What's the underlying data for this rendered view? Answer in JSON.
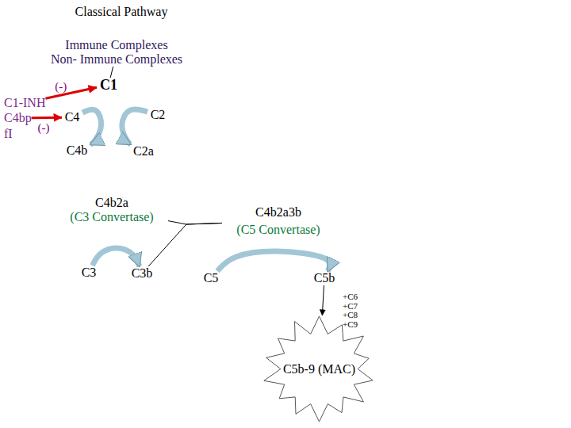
{
  "diagram": {
    "title": "Classical Pathway",
    "nodes": [
      {
        "text": [
          "Immune Complexes",
          "Non- Immune Complexes"
        ]
      },
      {
        "text": [
          "C1"
        ]
      },
      {
        "text": [
          "C1-INH"
        ]
      },
      {
        "text": [
          "C4bp"
        ]
      },
      {
        "text": [
          "fI"
        ]
      },
      {
        "text": [
          "C4"
        ]
      },
      {
        "text": [
          "C2"
        ]
      },
      {
        "text": [
          "C4b"
        ]
      },
      {
        "text": [
          "C2a"
        ]
      },
      {
        "text": [
          "C4b2a",
          "(C3 Convertase)"
        ]
      },
      {
        "text": [
          "C4b2a3b",
          "(C5 Convertase)"
        ]
      },
      {
        "text": [
          "C3"
        ]
      },
      {
        "text": [
          "C3b"
        ]
      },
      {
        "text": [
          "C5"
        ]
      },
      {
        "text": [
          "C5b"
        ]
      },
      {
        "text": [
          "C5b-9 (MAC)"
        ]
      }
    ],
    "edges": [
      {
        "from": 0,
        "to": 1,
        "arrow": "none"
      },
      {
        "from": 2,
        "to": 1,
        "label": "(-)",
        "arrow": "to"
      },
      {
        "from": 3,
        "to": 5,
        "label": "(-)",
        "arrow": "to"
      },
      {
        "from": 5,
        "to": 7,
        "arrow": "to"
      },
      {
        "from": 6,
        "to": 8,
        "arrow": "to"
      },
      {
        "from": 9,
        "to": 10,
        "arrow": "none"
      },
      {
        "from": 12,
        "to": 10,
        "arrow": "none"
      },
      {
        "from": 11,
        "to": 12,
        "arrow": "to"
      },
      {
        "from": 13,
        "to": 14,
        "arrow": "to"
      },
      {
        "from": 14,
        "to": 15,
        "arrow": "to"
      }
    ],
    "labels": [
      "+C6",
      "+C7",
      "+C8",
      "+C9"
    ]
  }
}
